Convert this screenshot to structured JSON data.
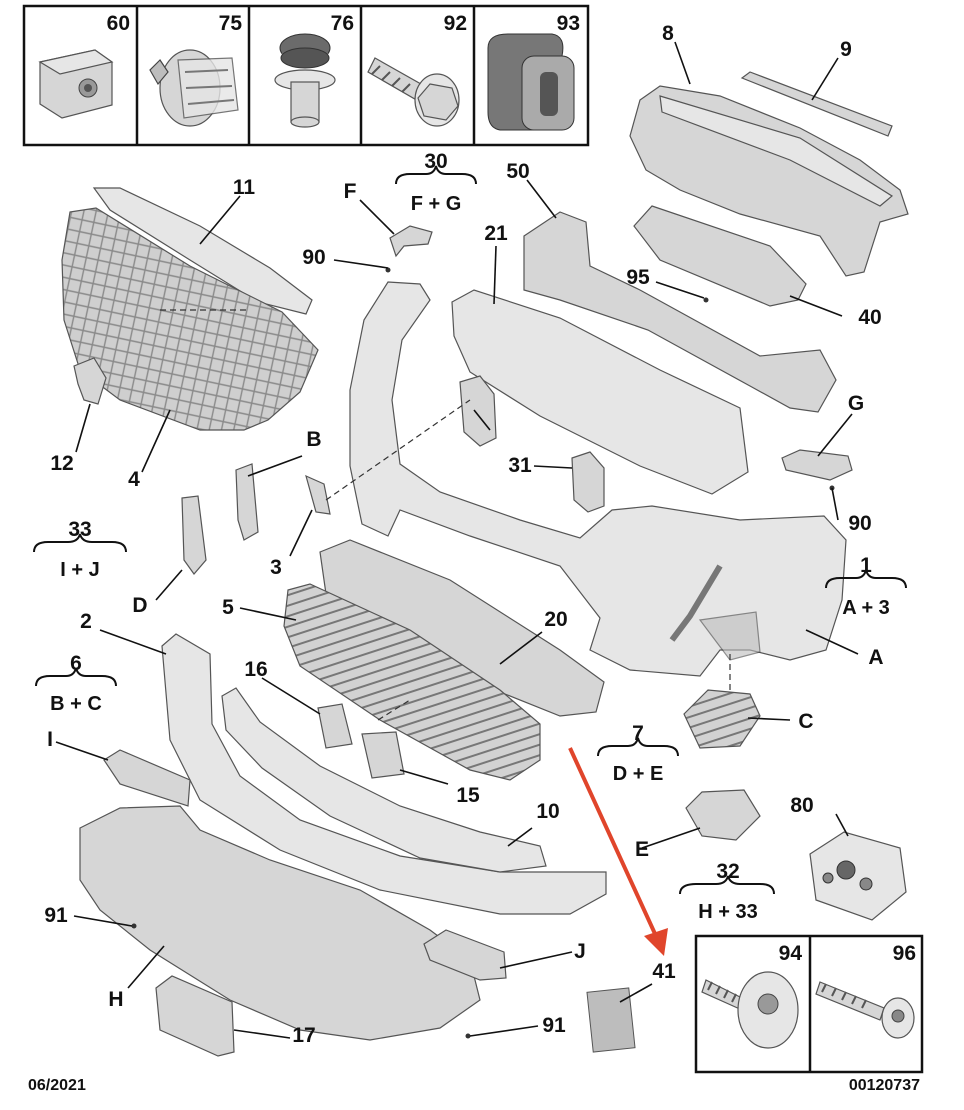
{
  "diagram": {
    "date_code": "06/2021",
    "reference": "00120737",
    "box_top": [
      "60",
      "75",
      "76",
      "92",
      "93"
    ],
    "box_bottom": [
      "94",
      "96"
    ],
    "labels": {
      "p1": "1",
      "p2": "2",
      "p3": "3",
      "p4": "4",
      "p5": "5",
      "p6": "6",
      "p7": "7",
      "p8": "8",
      "p9": "9",
      "p10": "10",
      "p11": "11",
      "p12": "12",
      "p15": "15",
      "p16": "16",
      "p17": "17",
      "p20": "20",
      "p21": "21",
      "p30": "30",
      "p31": "31",
      "p32": "32",
      "p33": "33",
      "p40": "40",
      "p41": "41",
      "p50": "50",
      "p80": "80",
      "p90a": "90",
      "p90b": "90",
      "p91a": "91",
      "p91b": "91",
      "p95": "95",
      "A": "A",
      "B": "B",
      "C": "C",
      "D": "D",
      "E": "E",
      "F": "F",
      "G": "G",
      "H": "H",
      "I": "I",
      "J": "J"
    },
    "groups": {
      "g30": "F + G",
      "g33": "I + J",
      "g1": "A + 3",
      "g6": "B + C",
      "g7": "D + E",
      "g32": "H + 33"
    },
    "arrow_color": "#e0452b"
  }
}
